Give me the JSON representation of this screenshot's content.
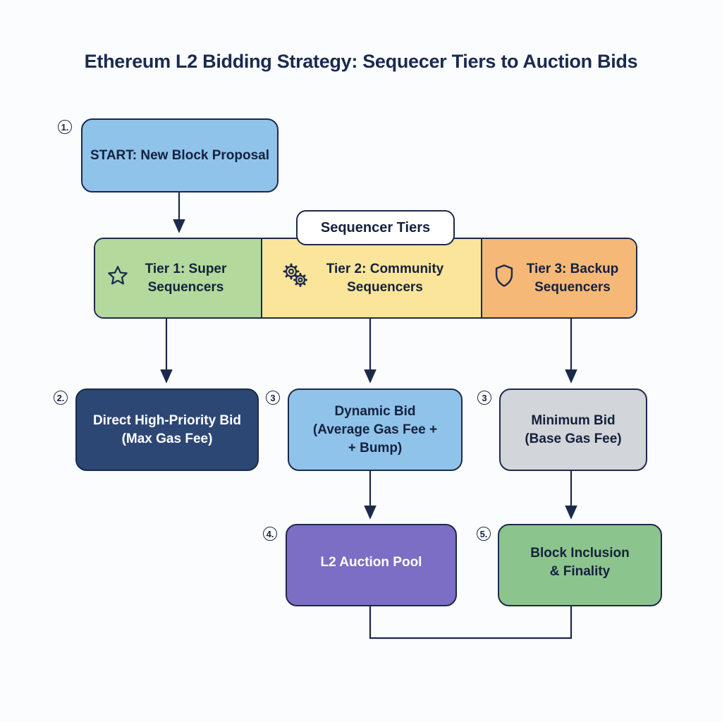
{
  "title": "Ethereum L2 Bidding Strategy: Sequecer Tiers to Auction Bids",
  "start": {
    "step": "1.",
    "label": "START: New Block Proposal",
    "color": "#8fc3ea"
  },
  "tiers": {
    "header": "Sequencer Tiers",
    "items": [
      {
        "line1": "Tier 1: Super",
        "line2": "Sequencers",
        "icon": "star-icon",
        "color": "#b3d99d"
      },
      {
        "line1": "Tier 2: Community",
        "line2": "Sequencers",
        "icon": "gears-icon",
        "color": "#fbe59a"
      },
      {
        "line1": "Tier 3: Backup",
        "line2": "Sequencers",
        "icon": "shield-icon",
        "color": "#f6b877"
      }
    ]
  },
  "bids": [
    {
      "step": "2.",
      "line1": "Direct High-Priority Bid",
      "line2": "(Max Gas Fee)",
      "line3": "",
      "color": "#2d4775",
      "text_color": "#ffffff"
    },
    {
      "step": "3",
      "line1": "Dynamic Bid",
      "line2": "(Average Gas Fee +",
      "line3": "+ Bump)",
      "color": "#8fc3ea",
      "text_color": "#14213d"
    },
    {
      "step": "3",
      "line1": "Minimum Bid",
      "line2": "(Base Gas Fee)",
      "line3": "",
      "color": "#d2d5d9",
      "text_color": "#14213d"
    }
  ],
  "outcomes": [
    {
      "step": "4.",
      "line1": "L2 Auction Pool",
      "line2": "",
      "color": "#7b6ec4",
      "text_color": "#ffffff"
    },
    {
      "step": "5.",
      "line1": "Block Inclusion",
      "line2": "& Finality",
      "color": "#8cc48d",
      "text_color": "#14213d"
    }
  ]
}
